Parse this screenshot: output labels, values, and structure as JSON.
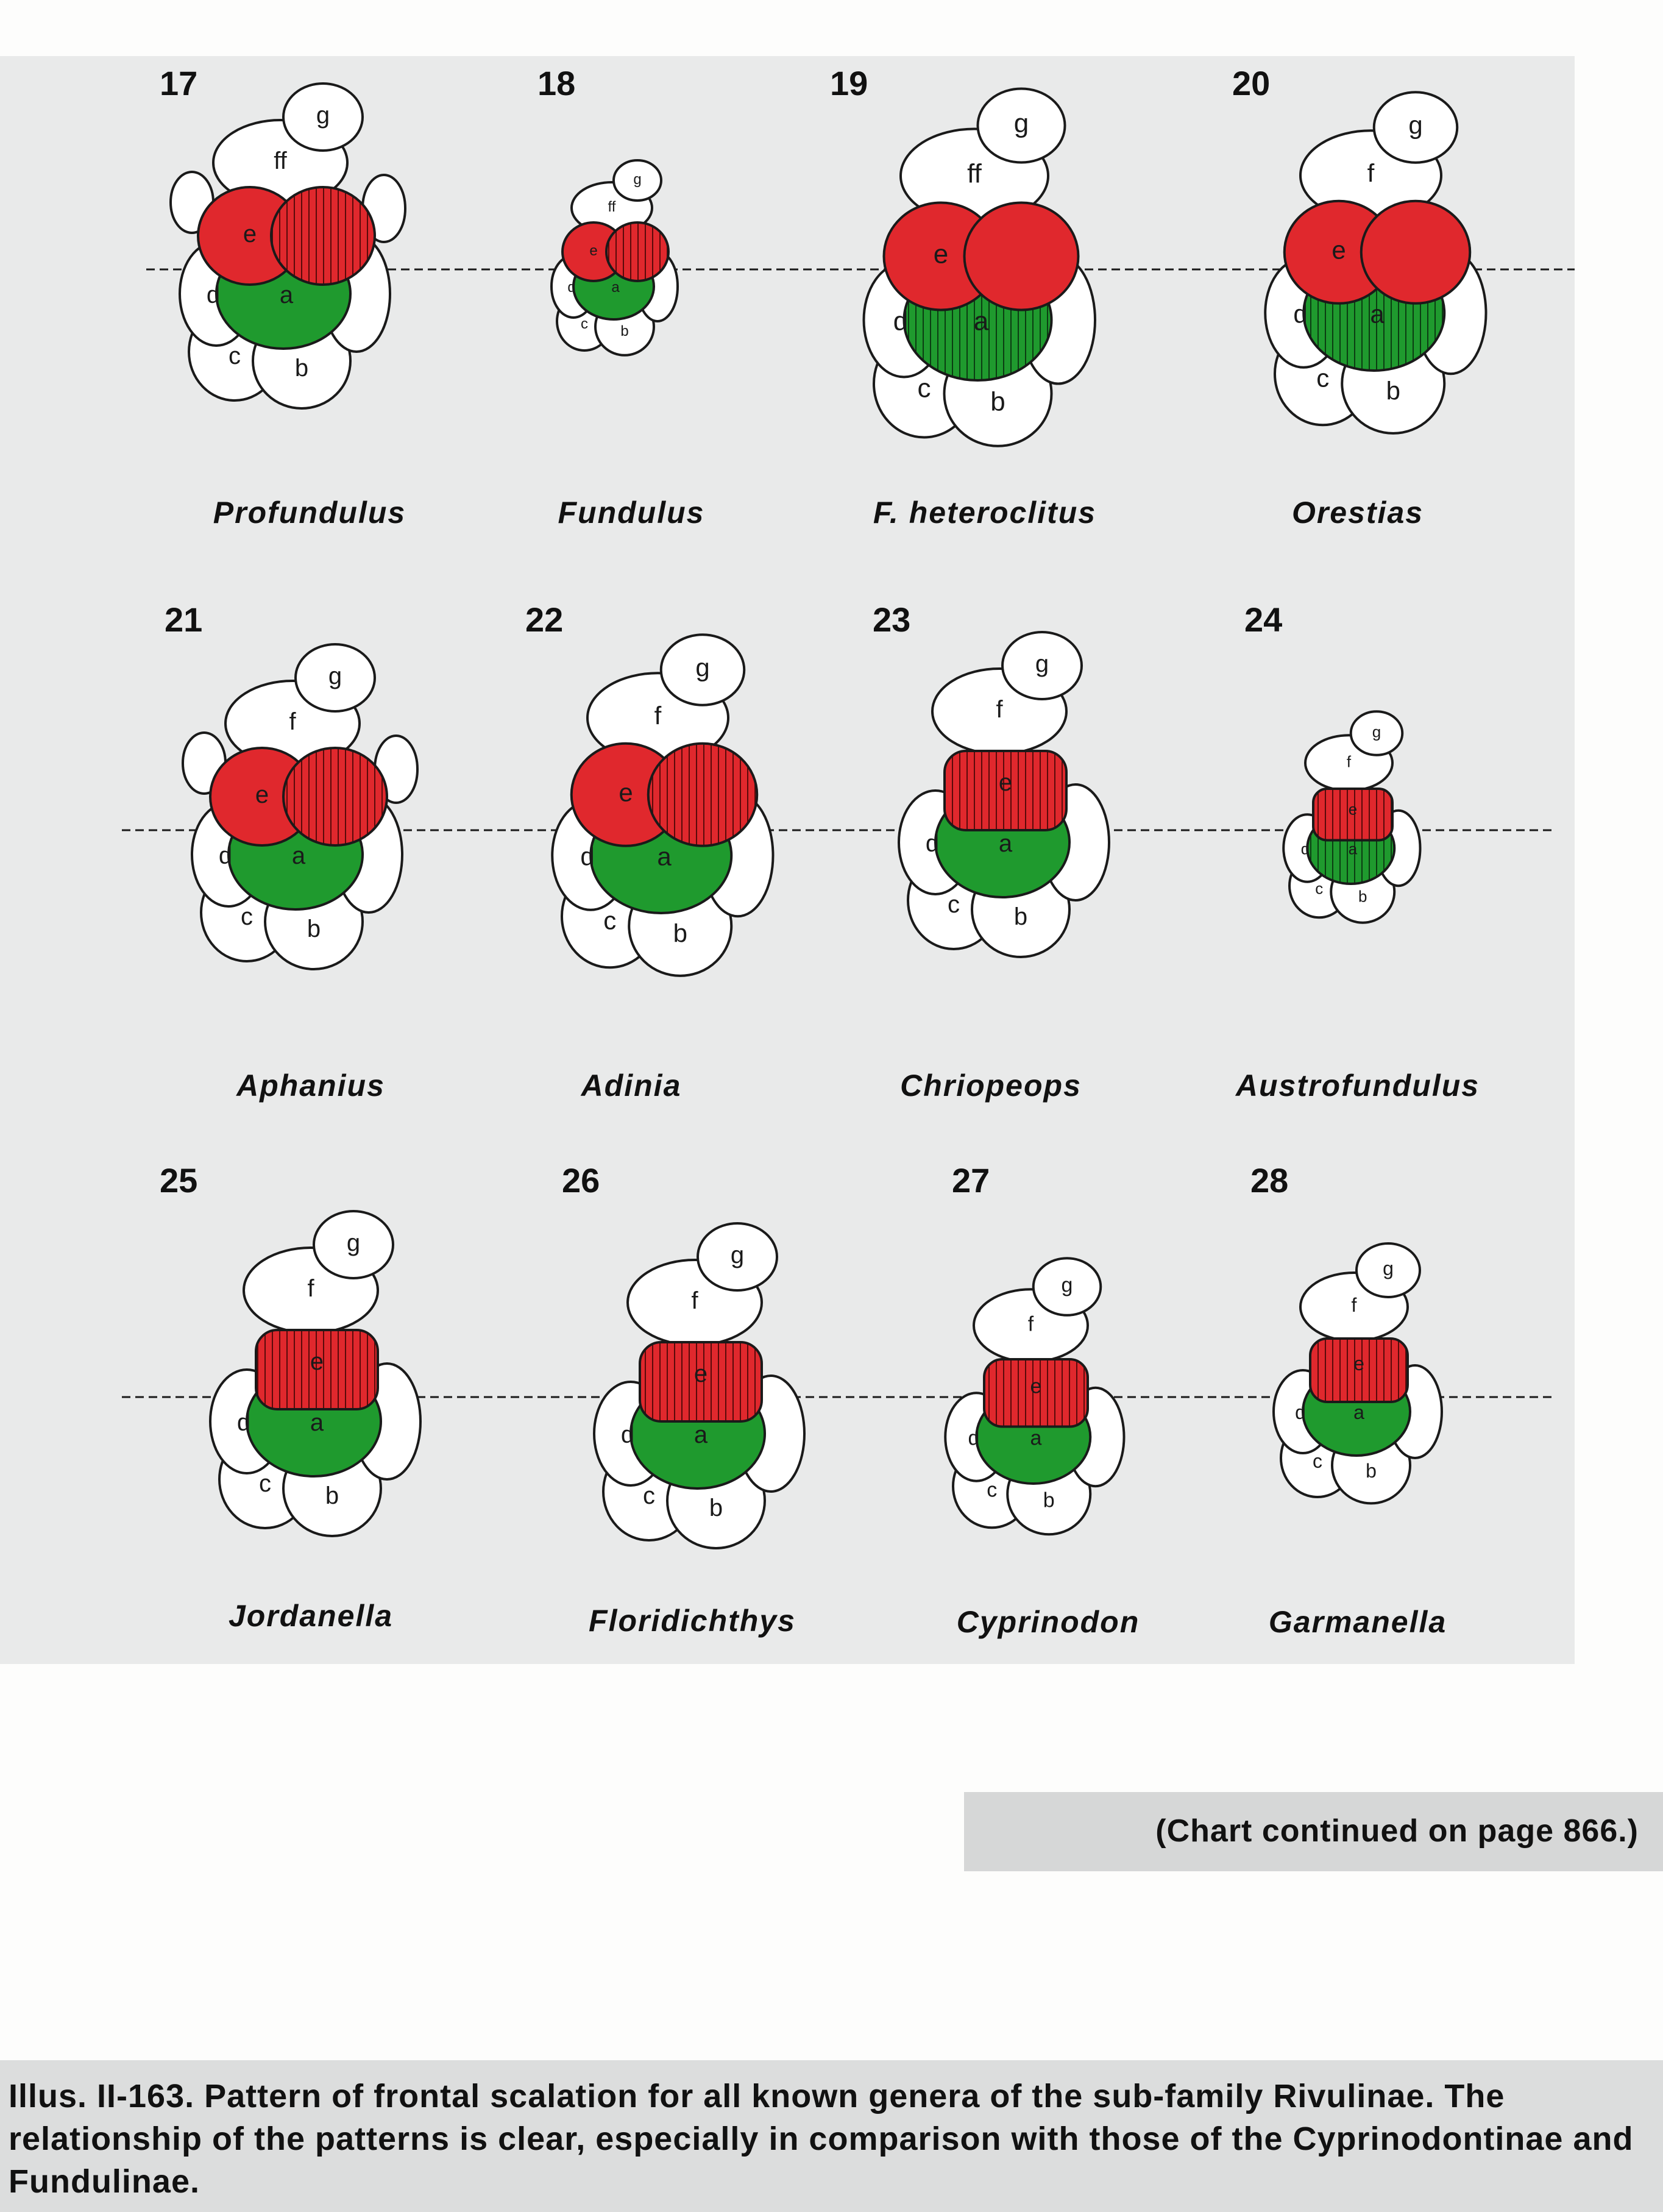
{
  "panels": [
    {
      "number": "17",
      "genus": "Profundulus"
    },
    {
      "number": "18",
      "genus": "Fundulus"
    },
    {
      "number": "19",
      "genus": "F. heteroclitus"
    },
    {
      "number": "20",
      "genus": "Orestias"
    },
    {
      "number": "21",
      "genus": "Aphanius"
    },
    {
      "number": "22",
      "genus": "Adinia"
    },
    {
      "number": "23",
      "genus": "Chriopeops"
    },
    {
      "number": "24",
      "genus": "Austrofundulus"
    },
    {
      "number": "25",
      "genus": "Jordanella"
    },
    {
      "number": "26",
      "genus": "Floridichthys"
    },
    {
      "number": "27",
      "genus": "Cyprinodon"
    },
    {
      "number": "28",
      "genus": "Garmanella"
    }
  ],
  "scale_letters": {
    "a": "a",
    "b": "b",
    "c": "c",
    "d": "d",
    "e": "e",
    "f": "f",
    "ff": "ff",
    "g": "g"
  },
  "continued_note": "(Chart continued on page 866.)",
  "caption": "Illus. II-163. Pattern of frontal scalation for all known genera of the sub-family Rivulinae. The relationship of the patterns is clear, especially in comparison with those of the Cyprinodontinae and Fundulinae.",
  "colors": {
    "scale_e": "#e0282d",
    "scale_a": "#1f9a2e",
    "outline": "#1a1a1a",
    "plate_bg": "#e9eaea",
    "caption_bg": "#dcdddd"
  }
}
